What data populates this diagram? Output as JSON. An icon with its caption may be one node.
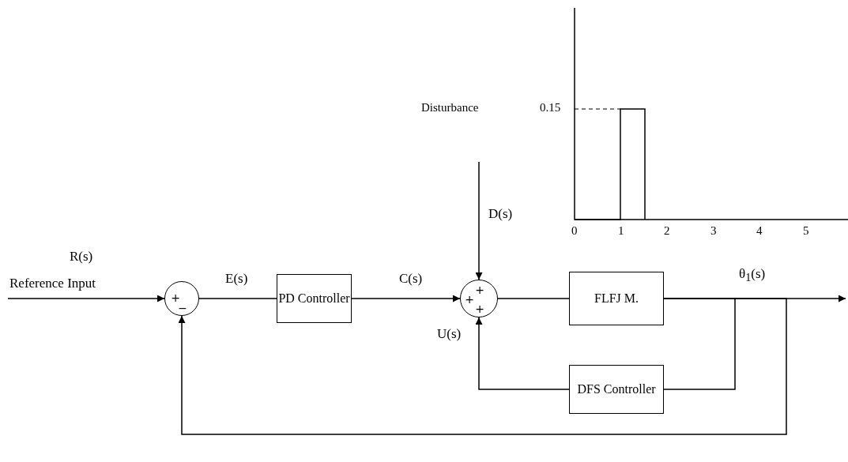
{
  "diagram": {
    "nodes": [
      {
        "text": [
          "+",
          "−"
        ]
      },
      {
        "text": [
          "PD Controller"
        ]
      },
      {
        "text": [
          "+",
          "+",
          "+"
        ]
      },
      {
        "text": [
          "FLFJ M."
        ]
      },
      {
        "text": [
          "DFS Controller"
        ]
      }
    ],
    "edges": [
      {
        "from": null,
        "to": 0,
        "arrow": "to",
        "label": "Reference Input"
      },
      {
        "from": 0,
        "to": 1,
        "arrow": "none",
        "label": "E(s)"
      },
      {
        "from": 1,
        "to": 2,
        "arrow": "to",
        "label": "C(s)"
      },
      {
        "from": null,
        "to": 2,
        "arrow": "to",
        "label": "D(s)"
      },
      {
        "from": 2,
        "to": 3,
        "arrow": "none"
      },
      {
        "from": 3,
        "to": 4,
        "arrow": "none"
      },
      {
        "from": 4,
        "to": 2,
        "arrow": "to",
        "label": "U(s)"
      },
      {
        "from": 3,
        "to": null,
        "arrow": "to",
        "label": "θ$_{1}$(s)"
      },
      {
        "from": 3,
        "to": 0,
        "arrow": "to"
      }
    ],
    "labels": [
      "Disturbance",
      "0.15",
      "0",
      "1",
      "2",
      "3",
      "4",
      "5",
      "R(s)"
    ]
  }
}
